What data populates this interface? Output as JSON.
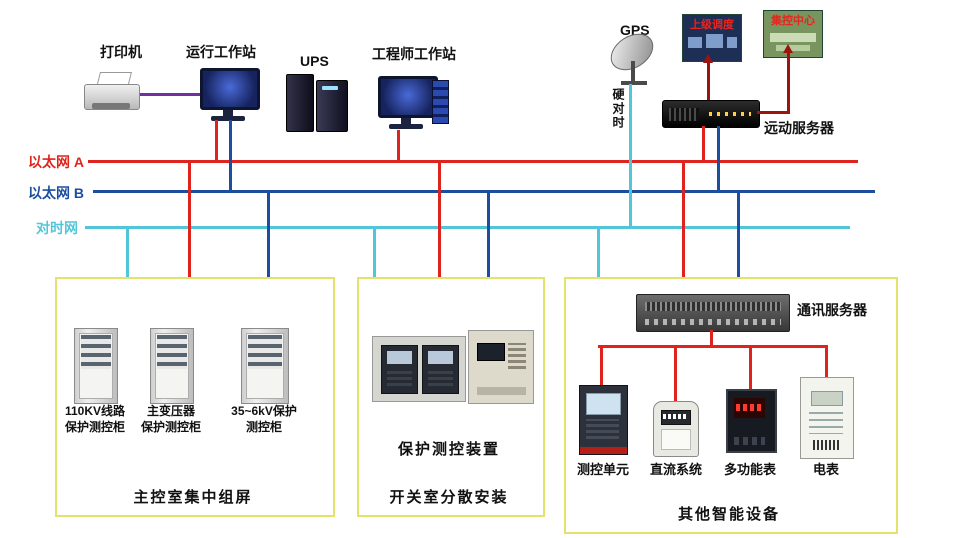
{
  "devices": {
    "printer": "打印机",
    "operator_ws": "运行工作站",
    "ups": "UPS",
    "engineer_ws": "工程师工作站",
    "gps": "GPS",
    "hard_sync": "硬对时",
    "upper_dispatch": "上级调度",
    "central_control": "集控中心",
    "motion_server": "远动服务器"
  },
  "buses": {
    "a": "以太网 A",
    "b": "以太网 B",
    "t": "对时网"
  },
  "left_group": {
    "cabinets": [
      {
        "l1": "110KV线路",
        "l2": "保护测控柜"
      },
      {
        "l1": "主变压器",
        "l2": "保护测控柜"
      },
      {
        "l1": "35~6kV保护",
        "l2": "测控柜"
      }
    ],
    "caption": "主控室集中组屏"
  },
  "middle_group": {
    "device_label": "保护测控装置",
    "caption": "开关室分散安装"
  },
  "right_group": {
    "server_label": "通讯服务器",
    "devices": [
      "测控单元",
      "直流系统",
      "多功能表",
      "电表"
    ],
    "caption": "其他智能设备"
  },
  "colors": {
    "red": "#df241d",
    "blue": "#1c4d9e",
    "cyan": "#52c6d8",
    "purple": "#7030a0",
    "darkred": "#9b1410",
    "boxborder": "#e3e36b"
  }
}
